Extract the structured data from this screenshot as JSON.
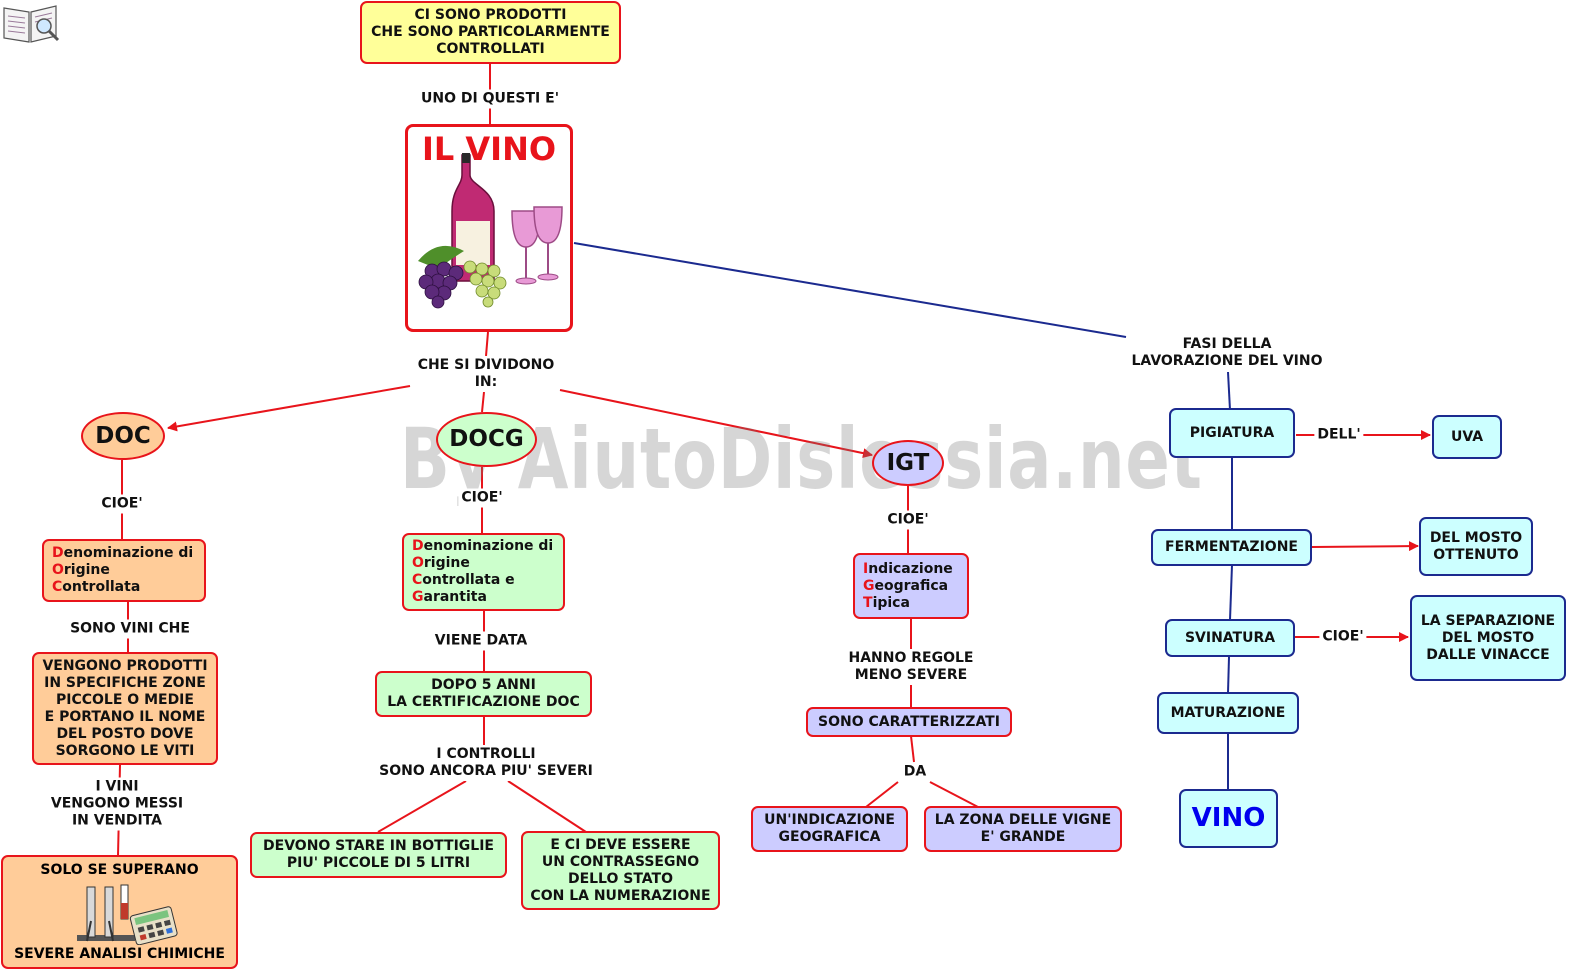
{
  "top": {
    "text": "CI SONO PRODOTTI\nCHE SONO PARTICOLARMENTE\nCONTROLLATI"
  },
  "main": {
    "title": "IL VINO"
  },
  "labels": {
    "uno": "UNO DI QUESTI E'",
    "dividono": "CHE SI DIVIDONO\nIN:",
    "fasi": "FASI DELLA\nLAVORAZIONE DEL VINO",
    "cioe_doc": "CIOE'",
    "sono_vini": "SONO VINI CHE",
    "i_vini": "I VINI\nVENGONO MESSI\nIN VENDITA",
    "cioe_docg": "CIOE'",
    "viene_data": "VIENE DATA",
    "controlli": "I CONTROLLI\nSONO ANCORA PIU' SEVERI",
    "cioe_igt": "CIOE'",
    "hanno_regole": "HANNO REGOLE\nMENO SEVERE",
    "da": "DA",
    "dell": "DELL'",
    "cioe_svin": "CIOE'"
  },
  "categories": {
    "doc": "DOC",
    "docg": "DOCG",
    "igt": "IGT"
  },
  "doc": {
    "acronym": [
      {
        "first": "D",
        "rest": "enominazione di"
      },
      {
        "first": "O",
        "rest": "rigine"
      },
      {
        "first": "C",
        "rest": "ontrollata"
      }
    ],
    "description": "VENGONO PRODOTTI\nIN SPECIFICHE ZONE\nPICCOLE O MEDIE\nE PORTANO IL NOME\nDEL POSTO DOVE\nSORGONO LE VITI",
    "condition_top": "SOLO SE SUPERANO",
    "condition_bottom": "SEVERE ANALISI CHIMICHE"
  },
  "docg": {
    "acronym": [
      {
        "first": "D",
        "rest": "enominazione di"
      },
      {
        "first": "O",
        "rest": "rigine"
      },
      {
        "first": "C",
        "rest": "ontrollata e"
      },
      {
        "first": "G",
        "rest": "arantita"
      }
    ],
    "after": "DOPO 5 ANNI\nLA CERTIFICAZIONE DOC",
    "bottles": "DEVONO STARE IN BOTTIGLIE\nPIU' PICCOLE DI 5 LITRI",
    "stamp": "E CI DEVE ESSERE\nUN CONTRASSEGNO\nDELLO STATO\nCON LA NUMERAZIONE"
  },
  "igt": {
    "acronym": [
      {
        "first": "I",
        "rest": "ndicazione"
      },
      {
        "first": "G",
        "rest": "eografica"
      },
      {
        "first": "T",
        "rest": "ipica"
      }
    ],
    "characterized": "SONO CARATTERIZZATI",
    "geo": "UN'INDICAZIONE\nGEOGRAFICA",
    "zone": "LA ZONA DELLE VIGNE\nE' GRANDE"
  },
  "phases": {
    "pigiatura": "PIGIATURA",
    "uva": "UVA",
    "fermentazione": "FERMENTAZIONE",
    "mosto": "DEL MOSTO\nOTTENUTO",
    "svinatura": "SVINATURA",
    "separazione": "LA SEPARAZIONE\nDEL MOSTO\nDALLE VINACCE",
    "maturazione": "MATURAZIONE",
    "vino": "VINO"
  },
  "watermark": "By AiutoDislessia.net",
  "colors": {
    "red": "#e8141b",
    "navy": "#1b2a8f",
    "vino_text": "#0000ee"
  }
}
